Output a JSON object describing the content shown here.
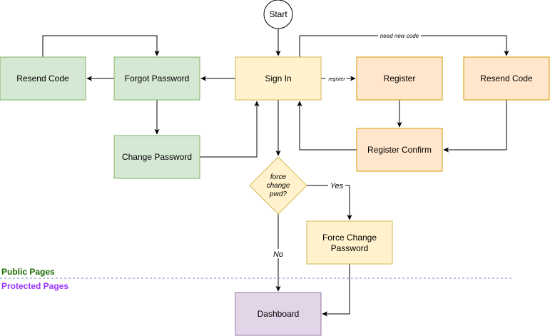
{
  "colors": {
    "public_fill": "#d5e8d4",
    "public_stroke": "#82b366",
    "signin_fill": "#fff2cc",
    "signin_stroke": "#d6b656",
    "register_fill": "#ffe6cc",
    "register_stroke": "#d79b00",
    "protected_fill": "#e1d5e7",
    "protected_stroke": "#9673a6",
    "start_fill": "#ffffff",
    "start_stroke": "#000000",
    "public_label_color": "#1a6b00",
    "protected_label_color": "#9933ff",
    "divider_color": "#6c8ebf",
    "edge_color": "#000000"
  },
  "nodes": {
    "start": "Start",
    "resend_code_left": "Resend Code",
    "forgot_password": "Forgot Password",
    "sign_in": "Sign In",
    "register": "Register",
    "resend_code_right": "Resend Code",
    "change_password": "Change Password",
    "register_confirm": "Register Confirm",
    "force_change_decision": [
      "force",
      "change",
      "pwd?"
    ],
    "force_change_password": [
      "Force Change",
      "Password"
    ],
    "dashboard": "Dashboard"
  },
  "edge_labels": {
    "need_new_code": "need new code",
    "register": "register",
    "yes": "Yes",
    "no": "No"
  },
  "zones": {
    "public": "Public Pages",
    "protected": "Protected Pages"
  }
}
